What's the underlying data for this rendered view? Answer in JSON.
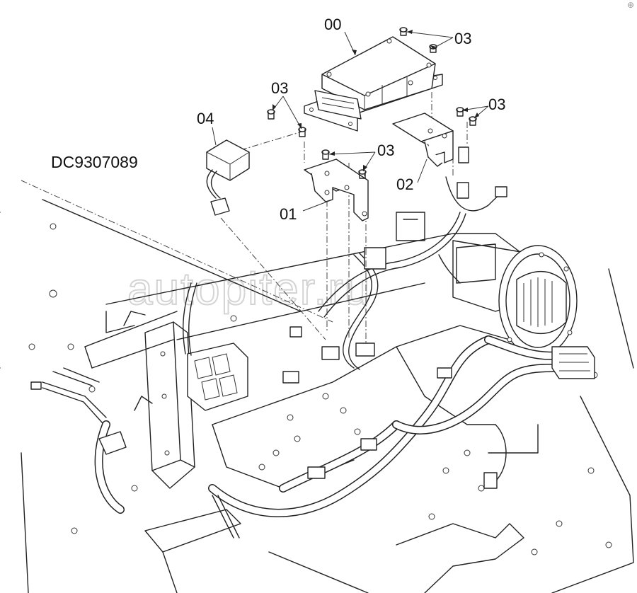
{
  "drawing": {
    "code": "DC9307089",
    "watermark": "autopiter.ru",
    "corner_mark": "⊕"
  },
  "callouts": [
    {
      "id": "00",
      "text": "00"
    },
    {
      "id": "01",
      "text": "01"
    },
    {
      "id": "02",
      "text": "02"
    },
    {
      "id": "03a",
      "text": "03"
    },
    {
      "id": "03b",
      "text": "03"
    },
    {
      "id": "03c",
      "text": "03"
    },
    {
      "id": "03d",
      "text": "03"
    },
    {
      "id": "04",
      "text": "04"
    }
  ]
}
